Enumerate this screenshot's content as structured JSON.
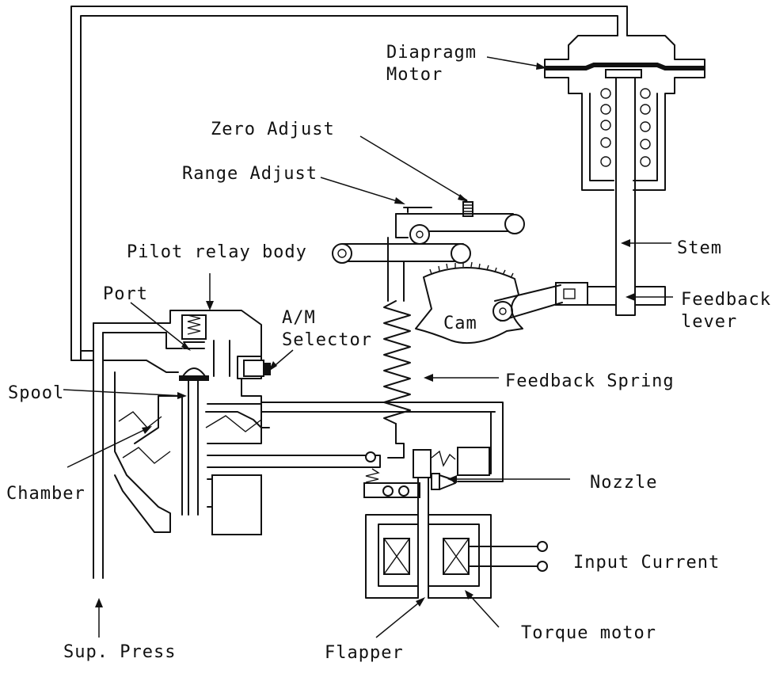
{
  "labels": {
    "diaphragm_motor_l1": "Diapragm",
    "diaphragm_motor_l2": "Motor",
    "zero_adjust": "Zero Adjust",
    "range_adjust": "Range Adjust",
    "pilot_relay_body": "Pilot relay body",
    "port": "Port",
    "am_selector_l1": "A/M",
    "am_selector_l2": "Selector",
    "spool": "Spool",
    "chamber": "Chamber",
    "sup_press": "Sup. Press",
    "stem": "Stem",
    "feedback_lever_l1": "Feedback",
    "feedback_lever_l2": "lever",
    "cam": "Cam",
    "feedback_spring": "Feedback Spring",
    "nozzle": "Nozzle",
    "input_current": "Input Current",
    "torque_motor": "Torque motor",
    "flapper": "Flapper"
  },
  "colors": {
    "line": "#111111",
    "background": "#ffffff"
  }
}
